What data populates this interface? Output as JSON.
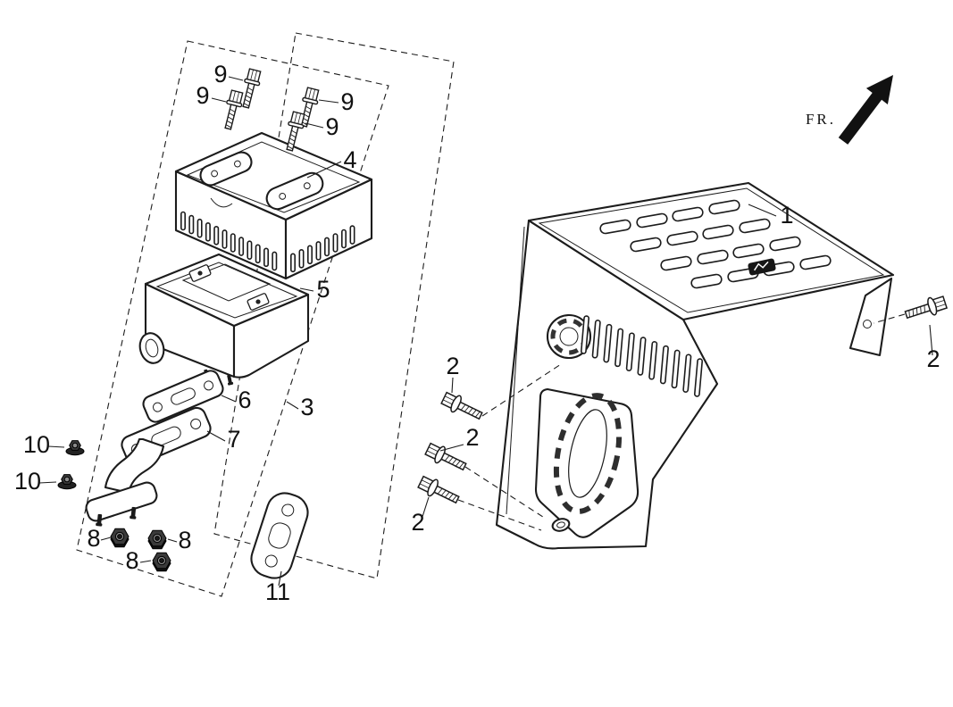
{
  "figure": {
    "background": "#ffffff",
    "ink": "#1c1c1c"
  },
  "direction": {
    "label": "FR."
  },
  "callouts": [
    {
      "label": "9"
    },
    {
      "label": "9"
    },
    {
      "label": "9"
    },
    {
      "label": "9"
    },
    {
      "label": "4"
    },
    {
      "label": "5"
    },
    {
      "label": "6"
    },
    {
      "label": "3"
    },
    {
      "label": "7"
    },
    {
      "label": "10"
    },
    {
      "label": "10"
    },
    {
      "label": "8"
    },
    {
      "label": "8"
    },
    {
      "label": "8"
    },
    {
      "label": "11"
    },
    {
      "label": "1"
    },
    {
      "label": "2"
    },
    {
      "label": "2"
    },
    {
      "label": "2"
    },
    {
      "label": "2"
    }
  ]
}
